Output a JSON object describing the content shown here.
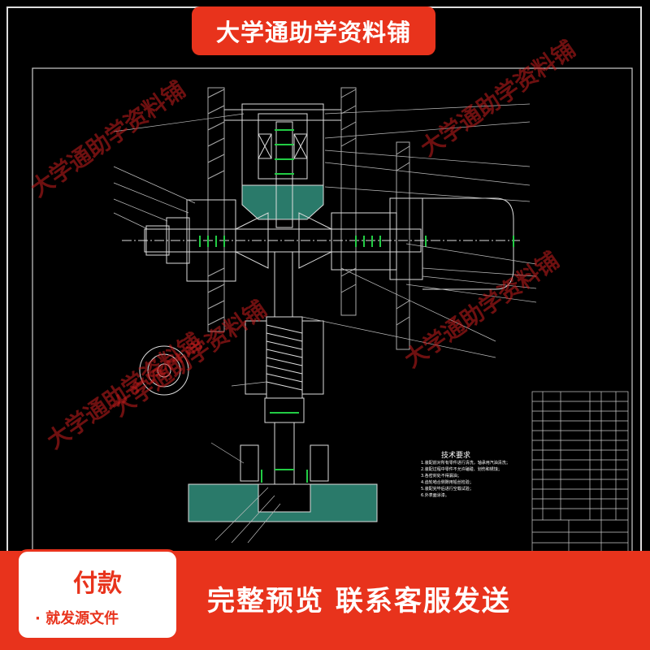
{
  "banner": {
    "title": "大学通助学资料铺"
  },
  "watermarks": [
    "大学通助学资料铺",
    "大学通助学资料铺",
    "大学通助学资料铺",
    "大学通助学资料铺",
    "大学通助学资料铺"
  ],
  "drawing": {
    "tech_title": "技术要求",
    "tech_notes": [
      "1.装配前对所有零件进行清洗，轴承用汽油清洗；",
      "2.装配过程中零件不允许磕碰、划伤和锈蚀；",
      "3.各密封处不得漏油；",
      "4.齿轮啮合侧隙用铅丝检验；",
      "5.装配完毕后进行空载试验；",
      "6.外表面涂漆。"
    ]
  },
  "footer": {
    "pay_title": "付款",
    "pay_sub": "· 就发源文件",
    "message": "完整预览  联系客服发送"
  },
  "colors": {
    "accent": "#e8331c",
    "background": "#000000",
    "line": "#ffffff",
    "section_fill": "#2a7a6a",
    "part_green": "#22cc44"
  }
}
